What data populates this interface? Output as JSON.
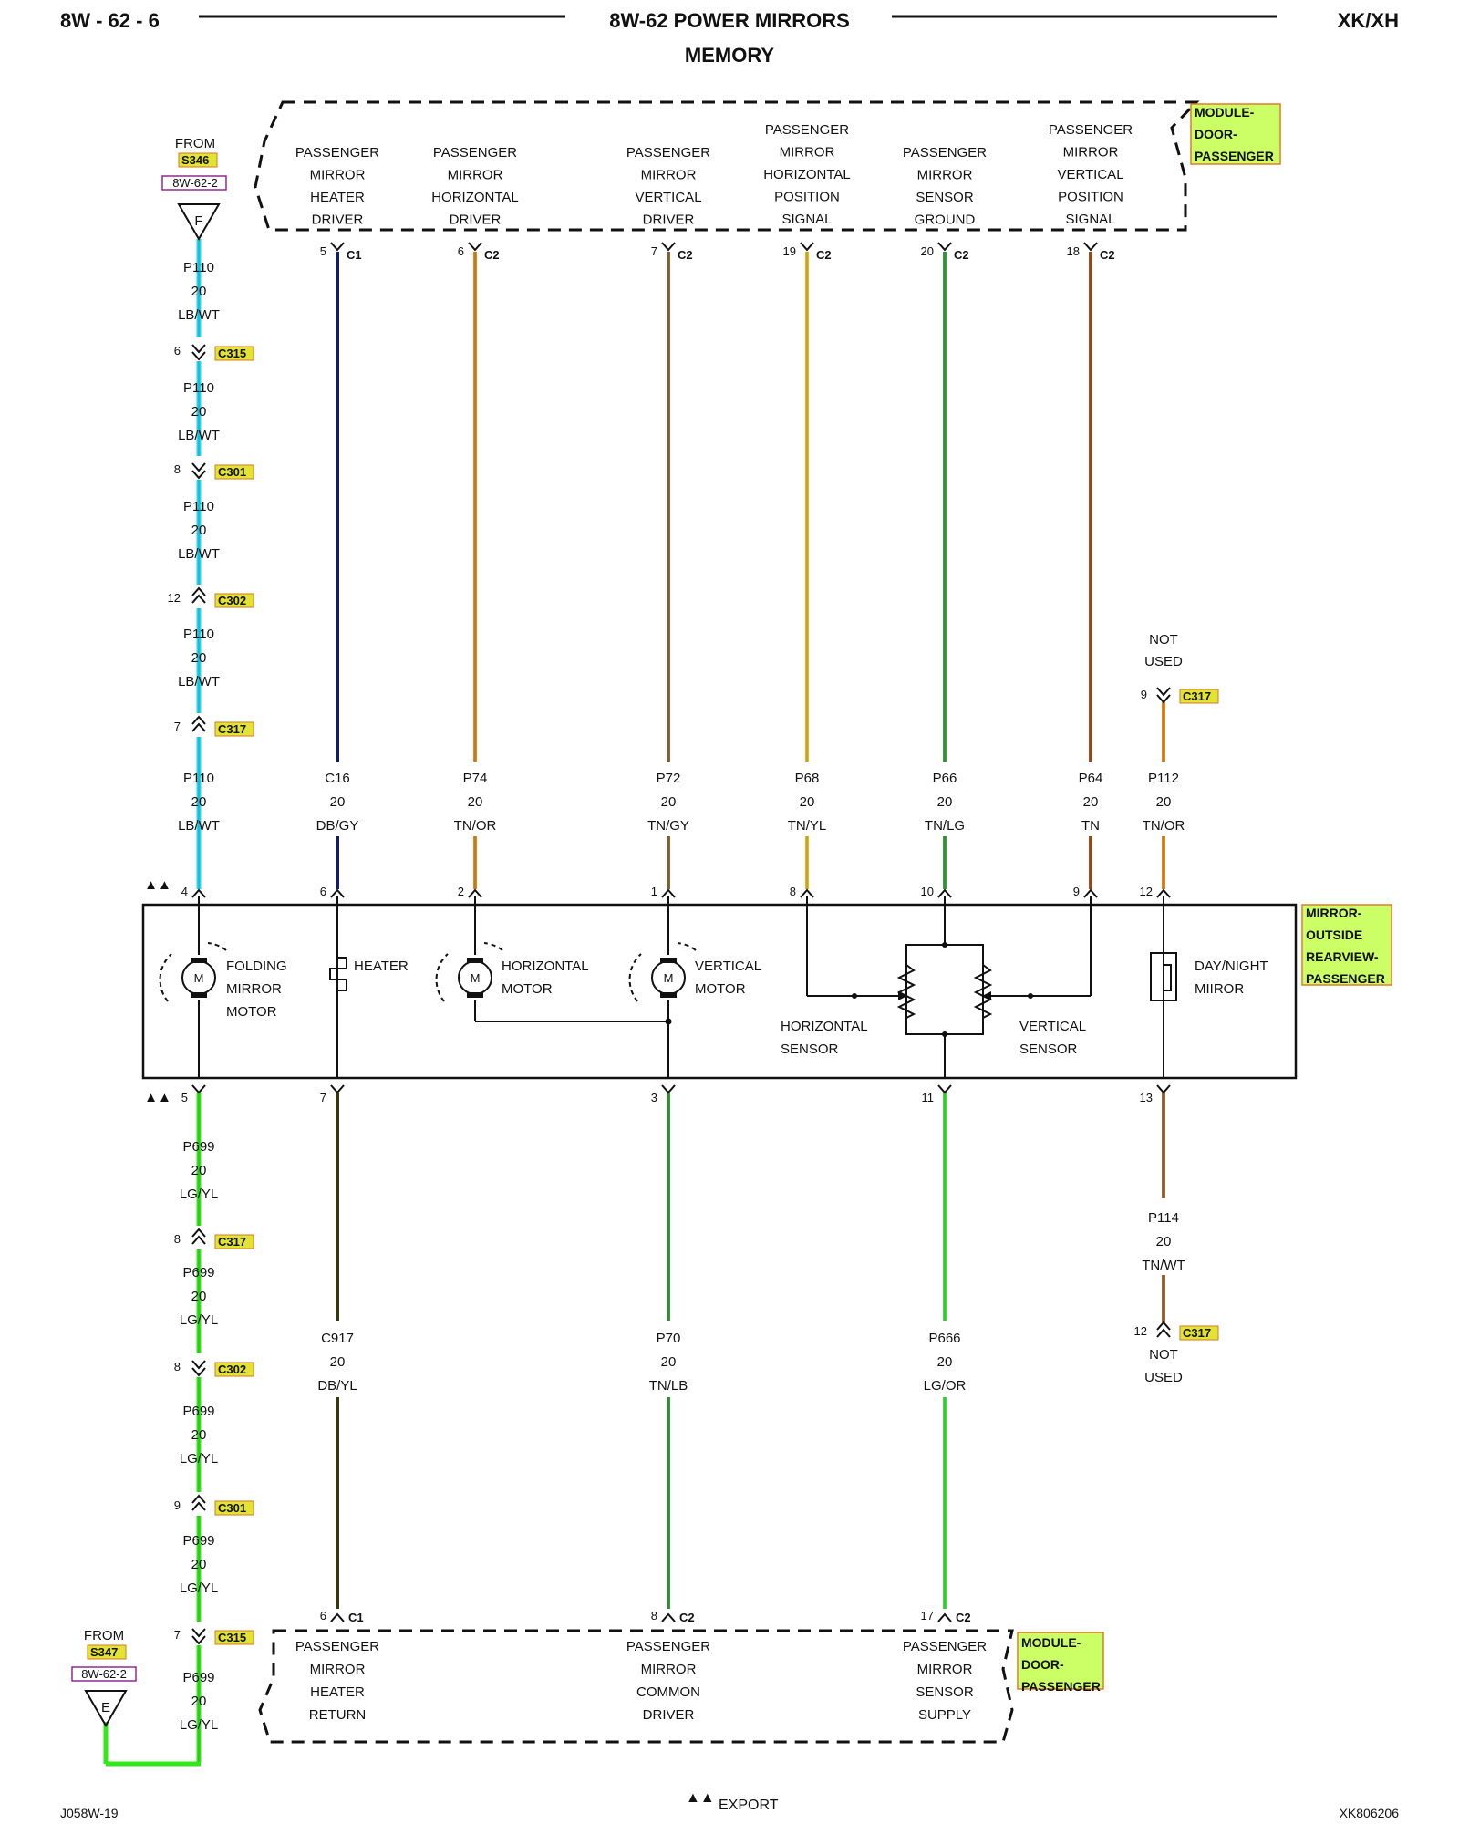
{
  "header": {
    "page_id": "8W - 62 - 6",
    "title": "8W-62 POWER MIRRORS",
    "subtitle": "MEMORY",
    "model": "XK/XH"
  },
  "footer": {
    "left_code": "J058W-19",
    "right_code": "XK806206",
    "legend_symbol": "▲▲",
    "legend_text": "EXPORT"
  },
  "colors": {
    "lbwt": "#22d8f0",
    "lgyl": "#33e81a",
    "dbgy": "#14205a",
    "tnor": "#e08a1e",
    "tngy": "#8a6a3a",
    "tnyl": "#e8b81e",
    "tnlg": "#3aa040",
    "tn": "#a0521e",
    "tnwt": "#9a6a3a",
    "dbyl": "#3a3a12",
    "tnlb": "#3c9a3c",
    "lgor": "#40e040",
    "tag_fill": "#e3e332",
    "module_fill": "#ccff66"
  },
  "top_module": {
    "name": "MODULE-\nDOOR-\nPASSENGER",
    "name_lines": [
      "MODULE-",
      "DOOR-",
      "PASSENGER"
    ],
    "pins": [
      {
        "label": [
          "PASSENGER",
          "MIRROR",
          "HEATER",
          "DRIVER"
        ],
        "pin": "5",
        "conn": "C1"
      },
      {
        "label": [
          "PASSENGER",
          "MIRROR",
          "HORIZONTAL",
          "DRIVER"
        ],
        "pin": "6",
        "conn": "C2"
      },
      {
        "label": [
          "PASSENGER",
          "MIRROR",
          "VERTICAL",
          "DRIVER"
        ],
        "pin": "7",
        "conn": "C2"
      },
      {
        "label": [
          "PASSENGER",
          "MIRROR",
          "HORIZONTAL",
          "POSITION",
          "SIGNAL"
        ],
        "pin": "19",
        "conn": "C2"
      },
      {
        "label": [
          "PASSENGER",
          "MIRROR",
          "SENSOR",
          "GROUND"
        ],
        "pin": "20",
        "conn": "C2"
      },
      {
        "label": [
          "PASSENGER",
          "MIRROR",
          "VERTICAL",
          "POSITION",
          "SIGNAL"
        ],
        "pin": "18",
        "conn": "C2"
      }
    ]
  },
  "bottom_module": {
    "name_lines": [
      "MODULE-",
      "DOOR-",
      "PASSENGER"
    ],
    "pins": [
      {
        "label": [
          "PASSENGER",
          "MIRROR",
          "HEATER",
          "RETURN"
        ],
        "pin": "6",
        "conn": "C1"
      },
      {
        "label": [
          "PASSENGER",
          "MIRROR",
          "COMMON",
          "DRIVER"
        ],
        "pin": "8",
        "conn": "C2"
      },
      {
        "label": [
          "PASSENGER",
          "MIRROR",
          "SENSOR",
          "SUPPLY"
        ],
        "pin": "17",
        "conn": "C2"
      }
    ]
  },
  "mirror": {
    "name_lines": [
      "MIRROR-",
      "OUTSIDE",
      "REARVIEW-",
      "PASSENGER"
    ],
    "components": {
      "folding": [
        "FOLDING",
        "MIRROR",
        "MOTOR"
      ],
      "heater": "HEATER",
      "horizontal_motor": [
        "HORIZONTAL",
        "MOTOR"
      ],
      "vertical_motor": [
        "VERTICAL",
        "MOTOR"
      ],
      "horizontal_sensor": [
        "HORIZONTAL",
        "SENSOR"
      ],
      "vertical_sensor": [
        "VERTICAL",
        "SENSOR"
      ],
      "daynight": [
        "DAY/NIGHT",
        "MIIROR"
      ],
      "motor_letter": "M"
    },
    "top_pins": [
      "4",
      "6",
      "2",
      "1",
      "8",
      "10",
      "9",
      "12"
    ],
    "bottom_pins": [
      "5",
      "7",
      "3",
      "11",
      "13"
    ]
  },
  "left_top": {
    "from": "FROM",
    "splice": "S346",
    "ref": "8W-62-2",
    "ground_letter": "F",
    "wire": {
      "circuit": "P110",
      "gauge": "20",
      "color": "LB/WT"
    },
    "connectors": [
      {
        "pin": "6",
        "name": "C315"
      },
      {
        "pin": "8",
        "name": "C301"
      },
      {
        "pin": "12",
        "name": "C302"
      },
      {
        "pin": "7",
        "name": "C317"
      }
    ]
  },
  "left_bottom": {
    "from": "FROM",
    "splice": "S347",
    "ref": "8W-62-2",
    "ground_letter": "E",
    "wire": {
      "circuit": "P699",
      "gauge": "20",
      "color": "LG/YL"
    },
    "connectors": [
      {
        "pin": "8",
        "name": "C317"
      },
      {
        "pin": "8",
        "name": "C302"
      },
      {
        "pin": "9",
        "name": "C301"
      },
      {
        "pin": "7",
        "name": "C315"
      }
    ]
  },
  "upper_wires": [
    {
      "circuit": "C16",
      "gauge": "20",
      "color": "DB/GY"
    },
    {
      "circuit": "P74",
      "gauge": "20",
      "color": "TN/OR"
    },
    {
      "circuit": "P72",
      "gauge": "20",
      "color": "TN/GY"
    },
    {
      "circuit": "P68",
      "gauge": "20",
      "color": "TN/YL"
    },
    {
      "circuit": "P66",
      "gauge": "20",
      "color": "TN/LG"
    },
    {
      "circuit": "P64",
      "gauge": "20",
      "color": "TN"
    },
    {
      "circuit": "P112",
      "gauge": "20",
      "color": "TN/OR"
    }
  ],
  "p112_top": {
    "note": [
      "NOT",
      "USED"
    ],
    "pin": "9",
    "conn": "C317"
  },
  "lower_wires": [
    {
      "circuit": "C917",
      "gauge": "20",
      "color": "DB/YL"
    },
    {
      "circuit": "P70",
      "gauge": "20",
      "color": "TN/LB"
    },
    {
      "circuit": "P666",
      "gauge": "20",
      "color": "LG/OR"
    }
  ],
  "p114": {
    "circuit": "P114",
    "gauge": "20",
    "color": "TN/WT",
    "pin": "12",
    "conn": "C317",
    "note": [
      "NOT",
      "USED"
    ]
  }
}
